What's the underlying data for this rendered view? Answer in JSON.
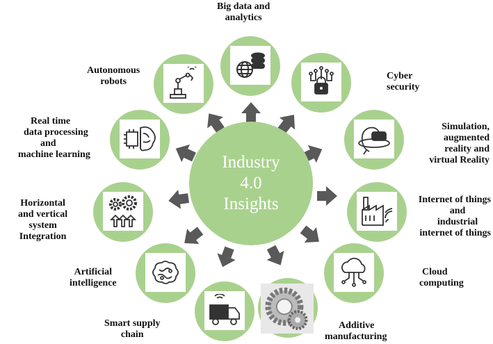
{
  "center": {
    "lines": [
      "Industry",
      "4.0",
      "Insights"
    ]
  },
  "colors": {
    "circle": "#a9d18e",
    "arrow": "#595959",
    "icon": "#333333"
  },
  "nodes": [
    {
      "id": "big-data",
      "icon": "globe-database-icon",
      "label": [
        "Big data and",
        "analytics"
      ]
    },
    {
      "id": "cyber-security",
      "icon": "circuit-lock-icon",
      "label": [
        "Cyber",
        "security"
      ]
    },
    {
      "id": "simulation",
      "icon": "vr-headset-icon",
      "label": [
        "Simulation,",
        "augmented",
        "reality and",
        "virtual Reality"
      ]
    },
    {
      "id": "iot",
      "icon": "smart-factory-icon",
      "label": [
        "Internet of things",
        "and",
        "industrial",
        "internet of things"
      ]
    },
    {
      "id": "cloud",
      "icon": "cloud-network-icon",
      "label": [
        "Cloud",
        "computing"
      ]
    },
    {
      "id": "additive",
      "icon": "printed-gear-icon",
      "label": [
        "Additive",
        "manufacturing"
      ]
    },
    {
      "id": "supply-chain",
      "icon": "delivery-truck-icon",
      "label": [
        "Smart  supply",
        "chain"
      ]
    },
    {
      "id": "ai",
      "icon": "brain-circuit-icon",
      "label": [
        "Artificial",
        "intelligence"
      ]
    },
    {
      "id": "integration",
      "icon": "gears-arrows-icon",
      "label": [
        "Horizontal",
        "and vertical",
        "system",
        "Integration"
      ]
    },
    {
      "id": "real-time",
      "icon": "chip-brain-icon",
      "label": [
        "Real time",
        "data processing",
        "and",
        "machine learning"
      ]
    },
    {
      "id": "robots",
      "icon": "robot-arm-icon",
      "label": [
        "Autonomous",
        "robots"
      ]
    }
  ]
}
